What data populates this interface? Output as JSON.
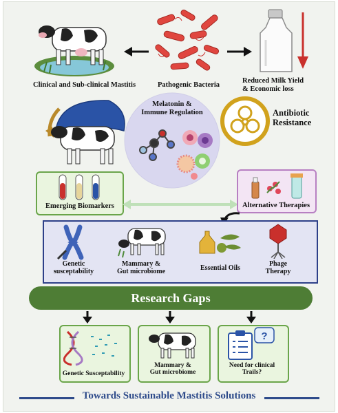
{
  "top": {
    "mastitis_label": "Clinical and Sub-clinical Mastitis",
    "bacteria_label": "Pathogenic Bacteria",
    "milk_label_line1": "Reduced Milk Yield",
    "milk_label_line2": "& Economic loss"
  },
  "center": {
    "melatonin_line1": "Melatonin &",
    "melatonin_line2": "Immune Regulation",
    "antibiotic_line1": "Antibiotic",
    "antibiotic_line2": "Resistance"
  },
  "middle": {
    "biomarkers_label": "Emerging Biomarkers",
    "alt_therapies_label": "Alternative Therapies"
  },
  "band": {
    "genetic_line1": "Genetic",
    "genetic_line2": "susceptability",
    "microbiome_line1": "Mammary &",
    "microbiome_line2": "Gut microbiome",
    "oils_label": "Essential Oils",
    "phage_line1": "Phage",
    "phage_line2": "Therapy"
  },
  "gaps": {
    "title": "Research Gaps",
    "box1_label": "Genetic Susceptability",
    "box2_line1": "Mammary &",
    "box2_line2": "Gut microbiome",
    "box3_line1": "Need for clinical",
    "box3_line2": "Trails?"
  },
  "footer": {
    "title": "Towards Sustainable Mastitis Solutions"
  },
  "colors": {
    "green": "#6aa54a",
    "purple": "#b77fc2",
    "navy": "#2d3f88",
    "gold": "#d1a21d",
    "red": "#c9302c"
  }
}
